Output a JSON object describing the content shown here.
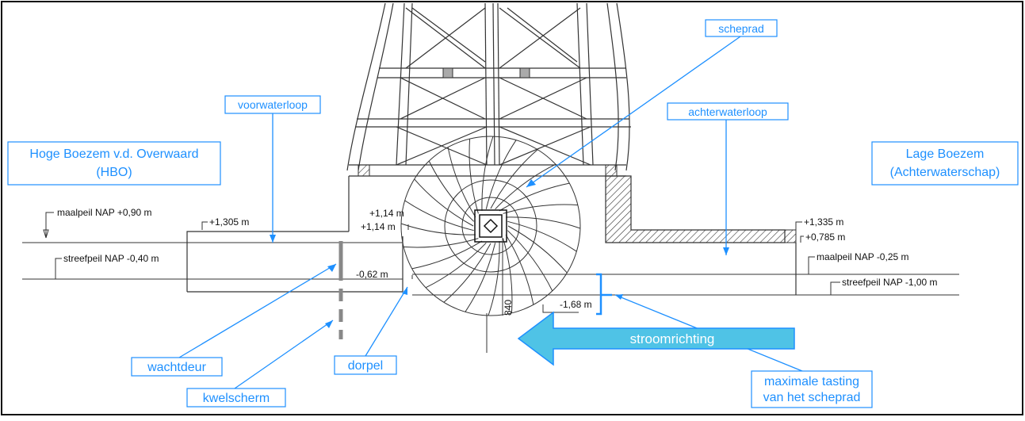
{
  "labels": {
    "scheprad": "scheprad",
    "voorwaterloop": "voorwaterloop",
    "achterwaterloop": "achterwaterloop",
    "hoge_boezem_line1": "Hoge Boezem v.d. Overwaard",
    "hoge_boezem_line2": "(HBO)",
    "lage_boezem_line1": "Lage Boezem",
    "lage_boezem_line2": "(Achterwaterschap)",
    "wachtdeur": "wachtdeur",
    "kwelscherm": "kwelscherm",
    "dorpel": "dorpel",
    "maximale_tasting_line1": "maximale tasting",
    "maximale_tasting_line2": "van het scheprad",
    "stroomrichting": "stroomrichting"
  },
  "dimensions": {
    "maalpeil_left": "maalpeil NAP +0,90 m",
    "streefpeil_left": "streefpeil NAP -0,40 m",
    "left_wall_top": "+1,305 m",
    "axle_upper": "+1,14 m",
    "axle_lower": "+1,14 m",
    "sill": "-0,62 m",
    "wheel_bottom": "-1,68 m",
    "wheel_diameter": "840",
    "right_wall_top": "+1,335 m",
    "right_floor": "+0,785 m",
    "maalpeil_right": "maalpeil NAP -0,25 m",
    "streefpeil_right": "streefpeil NAP -1,00 m"
  },
  "colors": {
    "label": "#1e90ff",
    "arrow_fill": "#4fc3e6",
    "arrow_stroke": "#1e90ff",
    "arrow_text": "#ffffff",
    "drawing": "#222222"
  }
}
